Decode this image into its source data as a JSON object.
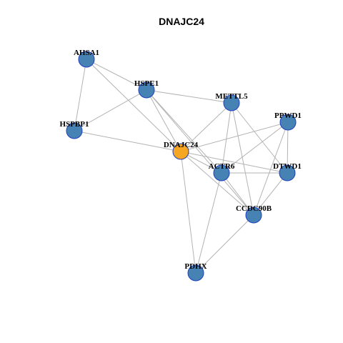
{
  "title": "DNAJC24",
  "colors": {
    "node_default": "#4682B4",
    "node_focus": "#F5A623",
    "node_border": "#1f3fbf",
    "edge": "#b3b3b3"
  },
  "nodes": [
    {
      "id": "AHSA1",
      "label": "AHSA1",
      "focus": false
    },
    {
      "id": "HSPE1",
      "label": "HSPE1",
      "focus": false
    },
    {
      "id": "METTL5",
      "label": "METTL5",
      "focus": false
    },
    {
      "id": "PPWD1",
      "label": "PPWD1",
      "focus": false
    },
    {
      "id": "HSPBP1",
      "label": "HSPBP1",
      "focus": false
    },
    {
      "id": "DNAJC24",
      "label": "DNAJC24",
      "focus": true
    },
    {
      "id": "ACTR6",
      "label": "ACTR6",
      "focus": false
    },
    {
      "id": "DTWD1",
      "label": "DTWD1",
      "focus": false
    },
    {
      "id": "CCDC90B",
      "label": "CCDC90B",
      "focus": false
    },
    {
      "id": "PDHX",
      "label": "PDHX",
      "focus": false
    }
  ],
  "edges": [
    [
      "AHSA1",
      "HSPE1"
    ],
    [
      "AHSA1",
      "HSPBP1"
    ],
    [
      "AHSA1",
      "DNAJC24"
    ],
    [
      "HSPE1",
      "HSPBP1"
    ],
    [
      "HSPE1",
      "METTL5"
    ],
    [
      "HSPE1",
      "DNAJC24"
    ],
    [
      "HSPE1",
      "ACTR6"
    ],
    [
      "HSPE1",
      "CCDC90B"
    ],
    [
      "HSPBP1",
      "DNAJC24"
    ],
    [
      "METTL5",
      "DNAJC24"
    ],
    [
      "METTL5",
      "ACTR6"
    ],
    [
      "METTL5",
      "DTWD1"
    ],
    [
      "METTL5",
      "CCDC90B"
    ],
    [
      "PPWD1",
      "DNAJC24"
    ],
    [
      "PPWD1",
      "ACTR6"
    ],
    [
      "PPWD1",
      "DTWD1"
    ],
    [
      "PPWD1",
      "CCDC90B"
    ],
    [
      "DNAJC24",
      "ACTR6"
    ],
    [
      "DNAJC24",
      "DTWD1"
    ],
    [
      "DNAJC24",
      "CCDC90B"
    ],
    [
      "DNAJC24",
      "PDHX"
    ],
    [
      "ACTR6",
      "DTWD1"
    ],
    [
      "ACTR6",
      "CCDC90B"
    ],
    [
      "ACTR6",
      "PDHX"
    ],
    [
      "DTWD1",
      "CCDC90B"
    ],
    [
      "CCDC90B",
      "PDHX"
    ]
  ]
}
